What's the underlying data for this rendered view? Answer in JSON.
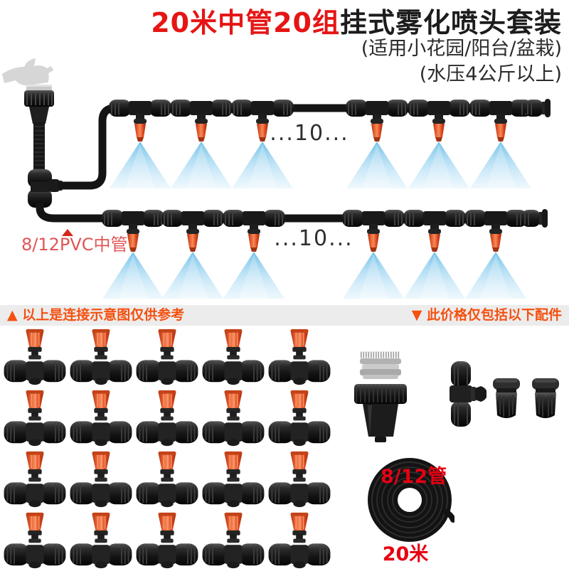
{
  "header": {
    "title_highlight": "20米中管20组",
    "title_rest": "挂式雾化喷头套装",
    "subtitle_line1": "(适用小花园/阳台/盆栽)",
    "subtitle_line2": "(水压4公斤以上)"
  },
  "diagram": {
    "row1_label": "...10...",
    "row2_label": "...10...",
    "pipe_label": "8/12PVC中管",
    "nozzles_per_row_shown": 6,
    "rows_shown": 2
  },
  "notice_bar": {
    "left_text": "▲ 以上是连接示意图仅供参考",
    "right_text": "▼ 此价格仅包括以下配件"
  },
  "parts": {
    "misting_tee_count": 20,
    "grid": {
      "rows": 4,
      "cols": 5
    },
    "tube_coil": {
      "spec_label": "8/12管",
      "length_label": "20米"
    }
  },
  "colors": {
    "title_red": "#e61515",
    "banner_text": "#f5500f",
    "banner_bg": "#ececec",
    "pipe_label_red": "#e15555",
    "nozzle_orange": "#e8512b",
    "spray_blue": "#8fcdec",
    "coil_label_red": "#e60012",
    "hose_black": "#141414"
  }
}
